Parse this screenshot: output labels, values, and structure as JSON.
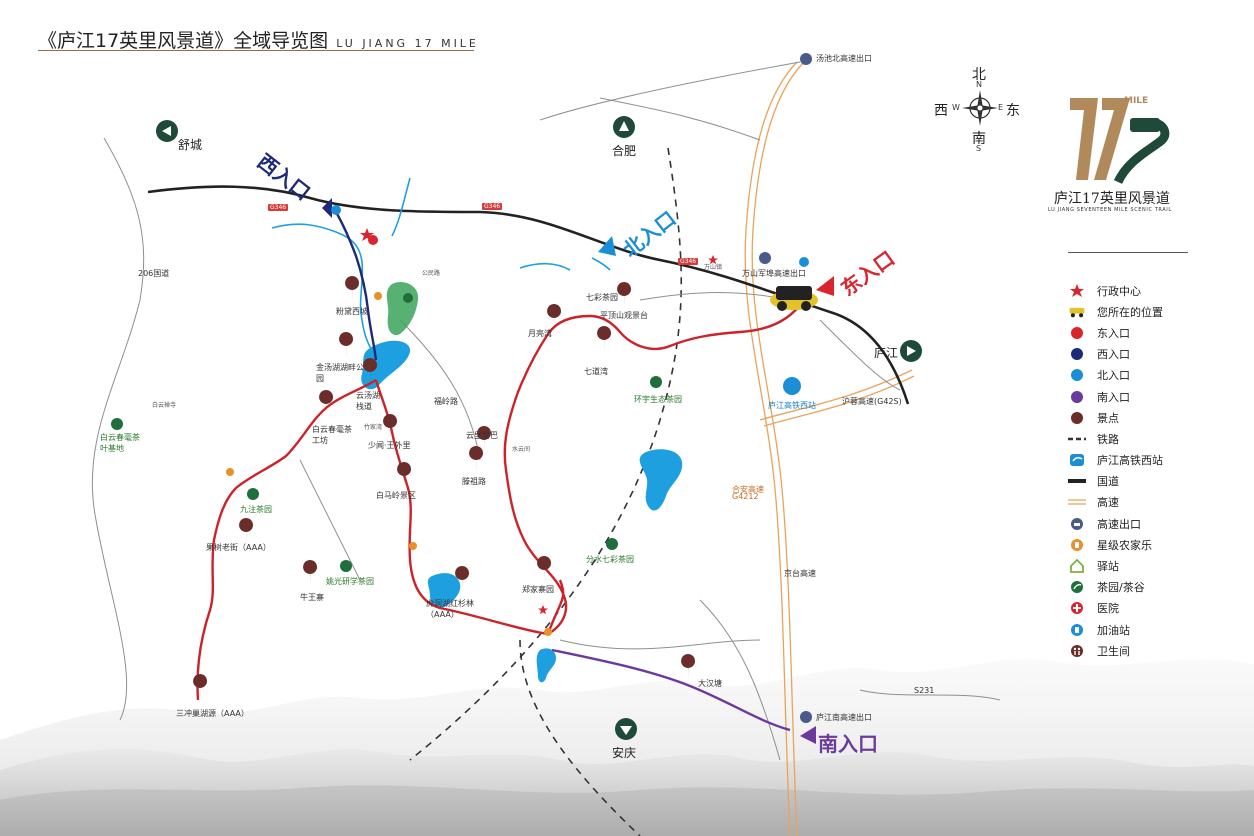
{
  "title": {
    "main": "《庐江17英里风景道》全域导览图",
    "sub": "LU JIANG 17 MILE"
  },
  "compass": {
    "north": "北",
    "south": "南",
    "west": "西",
    "east": "东",
    "n": "N",
    "s": "S",
    "w": "W",
    "e": "E"
  },
  "logo": {
    "mark": "MILE",
    "slogan": "庐江17英里风景道",
    "en": "LU JIANG SEVENTEEN MILE SCENIC TRAIL"
  },
  "colors": {
    "east_entry": "#d9262e",
    "west_entry": "#1e2a78",
    "north_entry": "#1a8fd6",
    "south_entry": "#6a3b9c",
    "route_red": "#cc2229",
    "highway": "#e8a35c",
    "national_road": "#222222",
    "poi": "#6b2d2a",
    "tea": "#1f6e3b",
    "water": "#1ea0e0",
    "farmstay": "#e8902a",
    "station": "#7cb342"
  },
  "legend": [
    {
      "icon": "star-icon",
      "label": "行政中心"
    },
    {
      "icon": "jeep-icon",
      "label": "您所在的位置"
    },
    {
      "icon": "red-dot-icon",
      "label": "东入口"
    },
    {
      "icon": "navy-dot-icon",
      "label": "西入口"
    },
    {
      "icon": "blue-dot-icon",
      "label": "北入口"
    },
    {
      "icon": "purple-dot-icon",
      "label": "南入口"
    },
    {
      "icon": "brown-dot-icon",
      "label": "景点"
    },
    {
      "icon": "dashed-line-icon",
      "label": "铁路"
    },
    {
      "icon": "train-icon",
      "label": "庐江高铁西站"
    },
    {
      "icon": "black-line-icon",
      "label": "国道"
    },
    {
      "icon": "double-line-icon",
      "label": "高速"
    },
    {
      "icon": "highway-exit-icon",
      "label": "高速出口"
    },
    {
      "icon": "farmstay-icon",
      "label": "星级农家乐"
    },
    {
      "icon": "station-icon",
      "label": "驿站"
    },
    {
      "icon": "tea-icon",
      "label": "茶园/茶谷"
    },
    {
      "icon": "hospital-icon",
      "label": "医院"
    },
    {
      "icon": "fuel-icon",
      "label": "加油站"
    },
    {
      "icon": "toilet-icon",
      "label": "卫生间"
    }
  ],
  "cities": {
    "shucheng": "舒城",
    "hefei": "合肥",
    "lujiang": "庐江",
    "anqing": "安庆"
  },
  "entries": {
    "west": "西入口",
    "north": "北入口",
    "east": "东入口",
    "south": "南入口"
  },
  "roads": {
    "g346a": "G346",
    "g346b": "G346",
    "g346c": "G346",
    "r206": "206国道",
    "g4212": "G4212",
    "hefei_anqing": "合安高速",
    "s231": "S231",
    "jingtai": "京台高速",
    "huqing": "沪蓉高速(G42S)"
  },
  "exits": {
    "tangchi_north": "汤池北高速出口",
    "wanshan": "万山军埠高速出口",
    "lujiang_south": "庐江南高速出口",
    "gaotie": "庐江高铁西站"
  },
  "pois": {
    "fenmu": "粉黛西坡",
    "jintang": "金汤湖湖畔公园",
    "yuntang": "云汤湖栈道",
    "baiyun": "白云春毫茶工坊",
    "shaojian": "少闻·王外里",
    "bailing": "白马岭景区",
    "huanyu": "环宇生态茶园",
    "yunli": "云里安巴",
    "yueliang": "月亮湾",
    "qidao": "七道湾",
    "pingding": "平顶山观景台",
    "qicai": "七彩茶园",
    "duanzu": "滕祖路",
    "fenshui": "分水七彩茶园",
    "zhengjia": "郑家寨园",
    "hudong": "虎洞湖红杉林（AAA）",
    "guoshu": "果树老街（AAA）",
    "niuwang": "牛王寨",
    "yaoguang": "姚光研学茶园",
    "jiuzhu": "九注茶园",
    "sanchong": "三冲巢湖源（AAA）",
    "baiyun_base": "白云春毫茶叶基地",
    "dahan": "大汉塘",
    "fuling": "福岭路",
    "shuiyun": "水云间",
    "wanshan_town": "万山镇",
    "gongtian": "公民路",
    "baiyun_temple": "白云禅寺",
    "zhujia": "竹家湾"
  }
}
